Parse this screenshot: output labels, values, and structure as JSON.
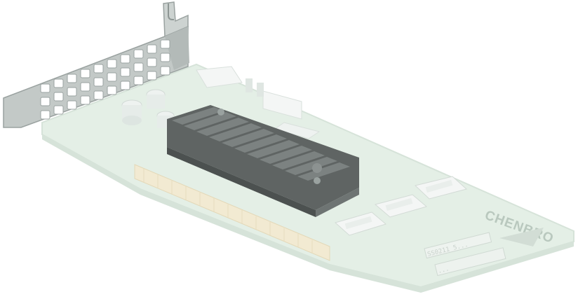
{
  "image": {
    "subject": "PCIe expansion card with low-profile metal bracket",
    "colors": {
      "background": "#ffffff",
      "pcb": "#e4efe6",
      "pcb_edge": "#d6e3d9",
      "bracket": "#c3c9c7",
      "bracket_dark": "#9aa2a0",
      "heatsink": "#5f6463",
      "heatsink_light": "#7c8281",
      "gold_finger": "#f2ead2",
      "connector": "#f4f6f5"
    }
  },
  "board": {
    "brand": "CHENBRO",
    "label_line1": "SS0211 5...",
    "label_line2": "..."
  }
}
